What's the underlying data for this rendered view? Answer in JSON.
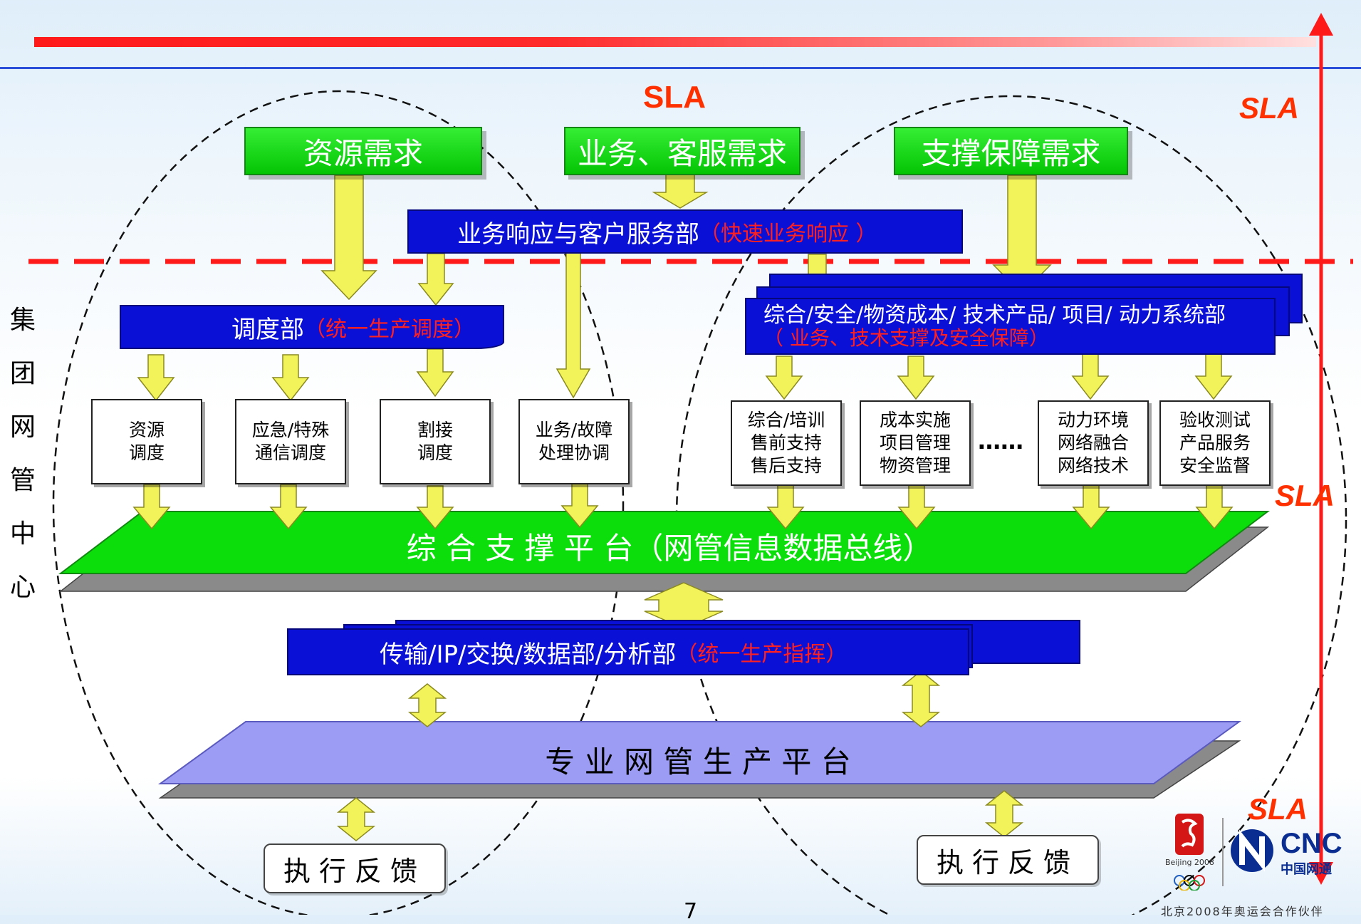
{
  "sla_top": "SLA",
  "sla_right": [
    "SLA",
    "SLA",
    "SLA"
  ],
  "needs": {
    "resource": "资源需求",
    "business": "业务、客服需求",
    "support": "支撑保障需求"
  },
  "service_dept": {
    "label": "业务响应与客户服务部",
    "note": "（快速业务响应 ）"
  },
  "dispatch_dept": {
    "label": "调度部",
    "note": "（统一生产调度）"
  },
  "support_dept": {
    "label": "综合/安全/物资成本/ 技术产品/ 项目/ 动力系统部",
    "note": "（  业务、技术支撑及安全保障）"
  },
  "left_boxes": [
    "资源\n调度",
    "应急/特殊\n通信调度",
    "割接\n调度",
    "业务/故障\n处理协调"
  ],
  "right_boxes": [
    "综合/培训\n售前支持\n售后支持",
    "成本实施\n项目管理\n物资管理",
    "动力环境\n网络融合\n网络技术",
    "验收测试\n产品服务\n安全监督"
  ],
  "ellipsis": "……",
  "platform_top": "综 合 支 撑 平 台（网管信息数据总线）",
  "transmission_dept": {
    "label": "传输/IP/交换/数据部/分析部",
    "note": "（统一生产指挥）"
  },
  "platform_bottom": "专 业 网 管 生 产 平 台",
  "feedback": [
    "执行反馈",
    "执行反馈"
  ],
  "vertical_label": [
    "集",
    "团",
    "网",
    "管",
    "中",
    "心"
  ],
  "page_number": "7",
  "logo": {
    "brand": "CNC",
    "brand_cn": "中国网通",
    "beijing": "Beijing 2008",
    "footer": "北京2008年奥运会合作伙伴"
  },
  "colors": {
    "green": "#0ad60a",
    "blue": "#0b10d6",
    "red": "#ff2020",
    "lavender": "#9d9cf5",
    "arrow_yellow": "#f2f25a"
  }
}
